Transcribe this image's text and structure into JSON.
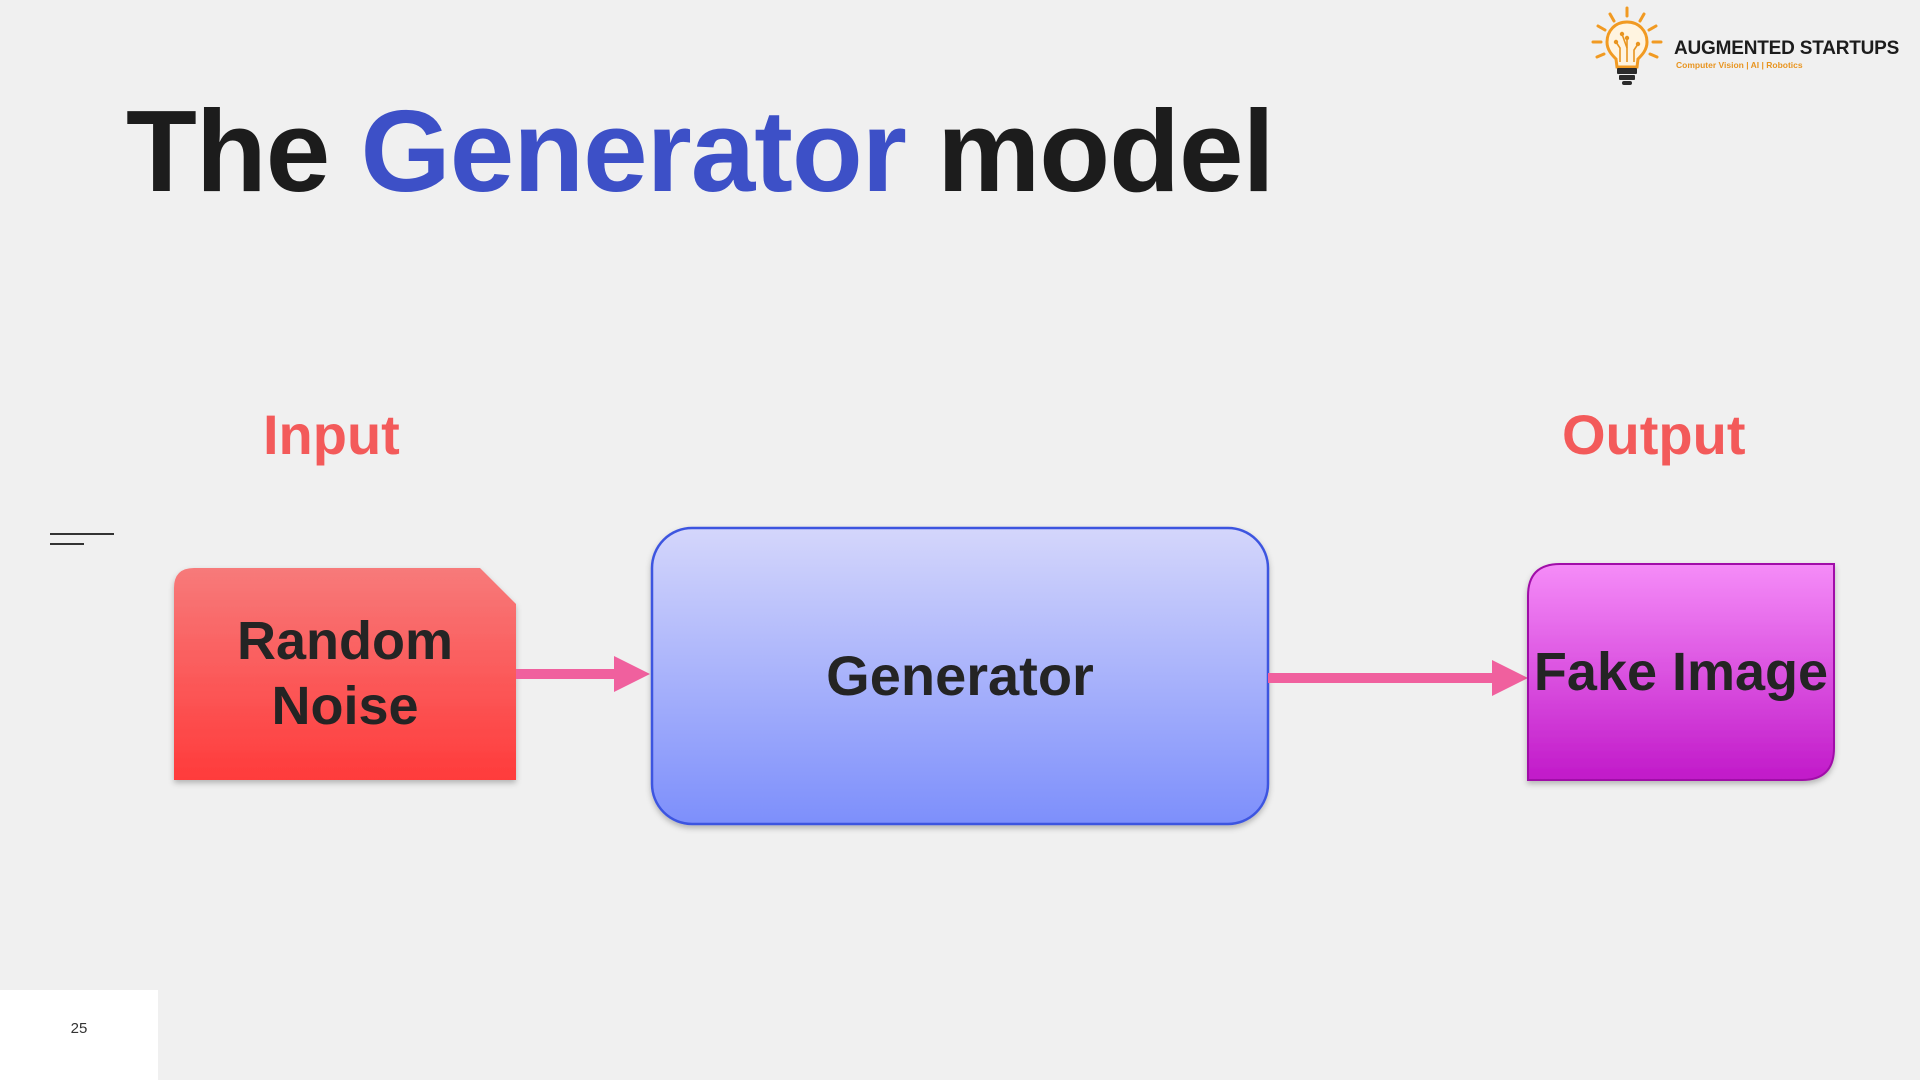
{
  "title": {
    "part1": "The",
    "accent": "Generator",
    "part2": "model"
  },
  "logo": {
    "name": "AUGMENTED STARTUPS",
    "tagline": "Computer Vision | AI | Robotics"
  },
  "labels": {
    "input": "Input",
    "output": "Output"
  },
  "boxes": {
    "random_noise": "Random Noise",
    "generator": "Generator",
    "fake_image": "Fake Image"
  },
  "slide_number": "25",
  "colors": {
    "title_accent": "#3d50c7",
    "section_label": "#f35a5a",
    "arrow": "#f0609e",
    "noise_box_top": "#f77a7a",
    "noise_box_bottom": "#ff3b3b",
    "generator_box_top": "#d4d6fb",
    "generator_box_bottom": "#7d8ffb",
    "fake_box_top": "#f58cf8",
    "fake_box_bottom": "#c119c9"
  }
}
